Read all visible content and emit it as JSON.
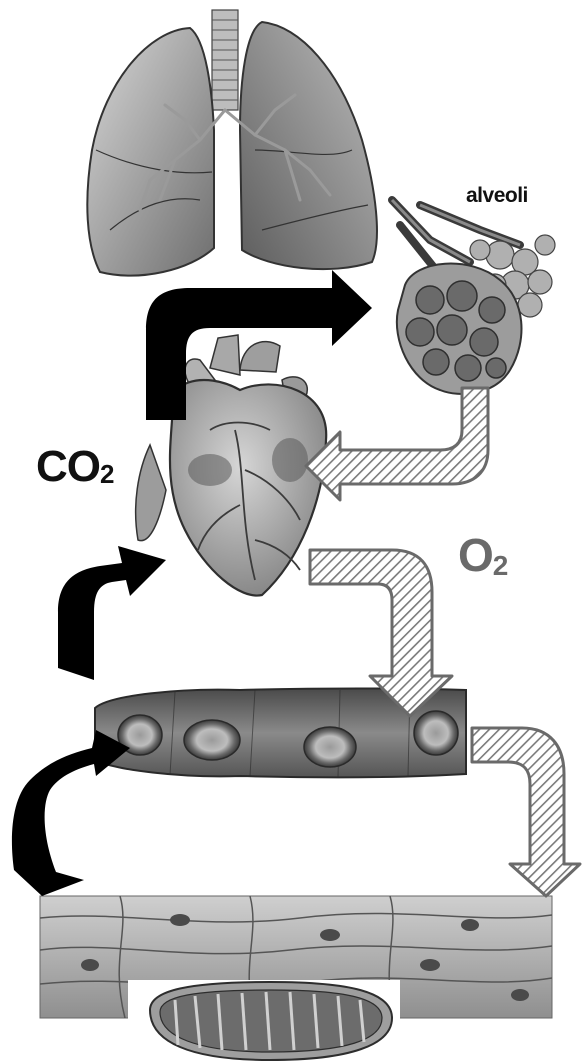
{
  "labels": {
    "alveoli": "alveoli",
    "co2_main": "CO",
    "co2_sub": "2",
    "o2_main": "O",
    "o2_sub": "2"
  },
  "colors": {
    "co2_arrow": "#000000",
    "o2_arrow_stroke": "#6a6a6a",
    "o2_arrow_hatch": "#7a7a7a",
    "o2_label": "#6a6a6a",
    "organ_gray": "#8c8c8c"
  },
  "icons": [
    "lungs-illustration",
    "alveoli-cluster-illustration",
    "heart-illustration",
    "blood-vessel-illustration",
    "muscle-tissue-illustration",
    "mitochondrion-illustration"
  ]
}
